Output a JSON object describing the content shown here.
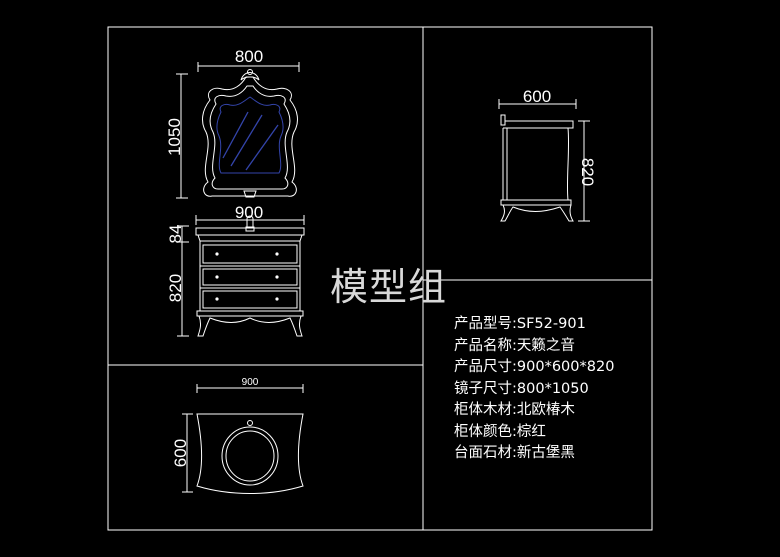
{
  "watermark": "模型组",
  "front_view": {
    "mirror_width": "800",
    "mirror_height": "1050",
    "cabinet_width": "900",
    "top_height": "84",
    "cabinet_height": "820"
  },
  "side_view": {
    "depth": "600",
    "height": "820"
  },
  "plan_view": {
    "width": "900",
    "depth": "600"
  },
  "specs": [
    {
      "label": "产品型号:",
      "value": "SF52-901"
    },
    {
      "label": "产品名称:",
      "value": "天籁之音"
    },
    {
      "label": "产品尺寸:",
      "value": "900*600*820"
    },
    {
      "label": "镜子尺寸:",
      "value": "800*1050"
    },
    {
      "label": "柜体木材:",
      "value": "北欧椿木"
    },
    {
      "label": "柜体颜色:",
      "value": "棕红"
    },
    {
      "label": "台面石材:",
      "value": "新古堡黑"
    }
  ]
}
